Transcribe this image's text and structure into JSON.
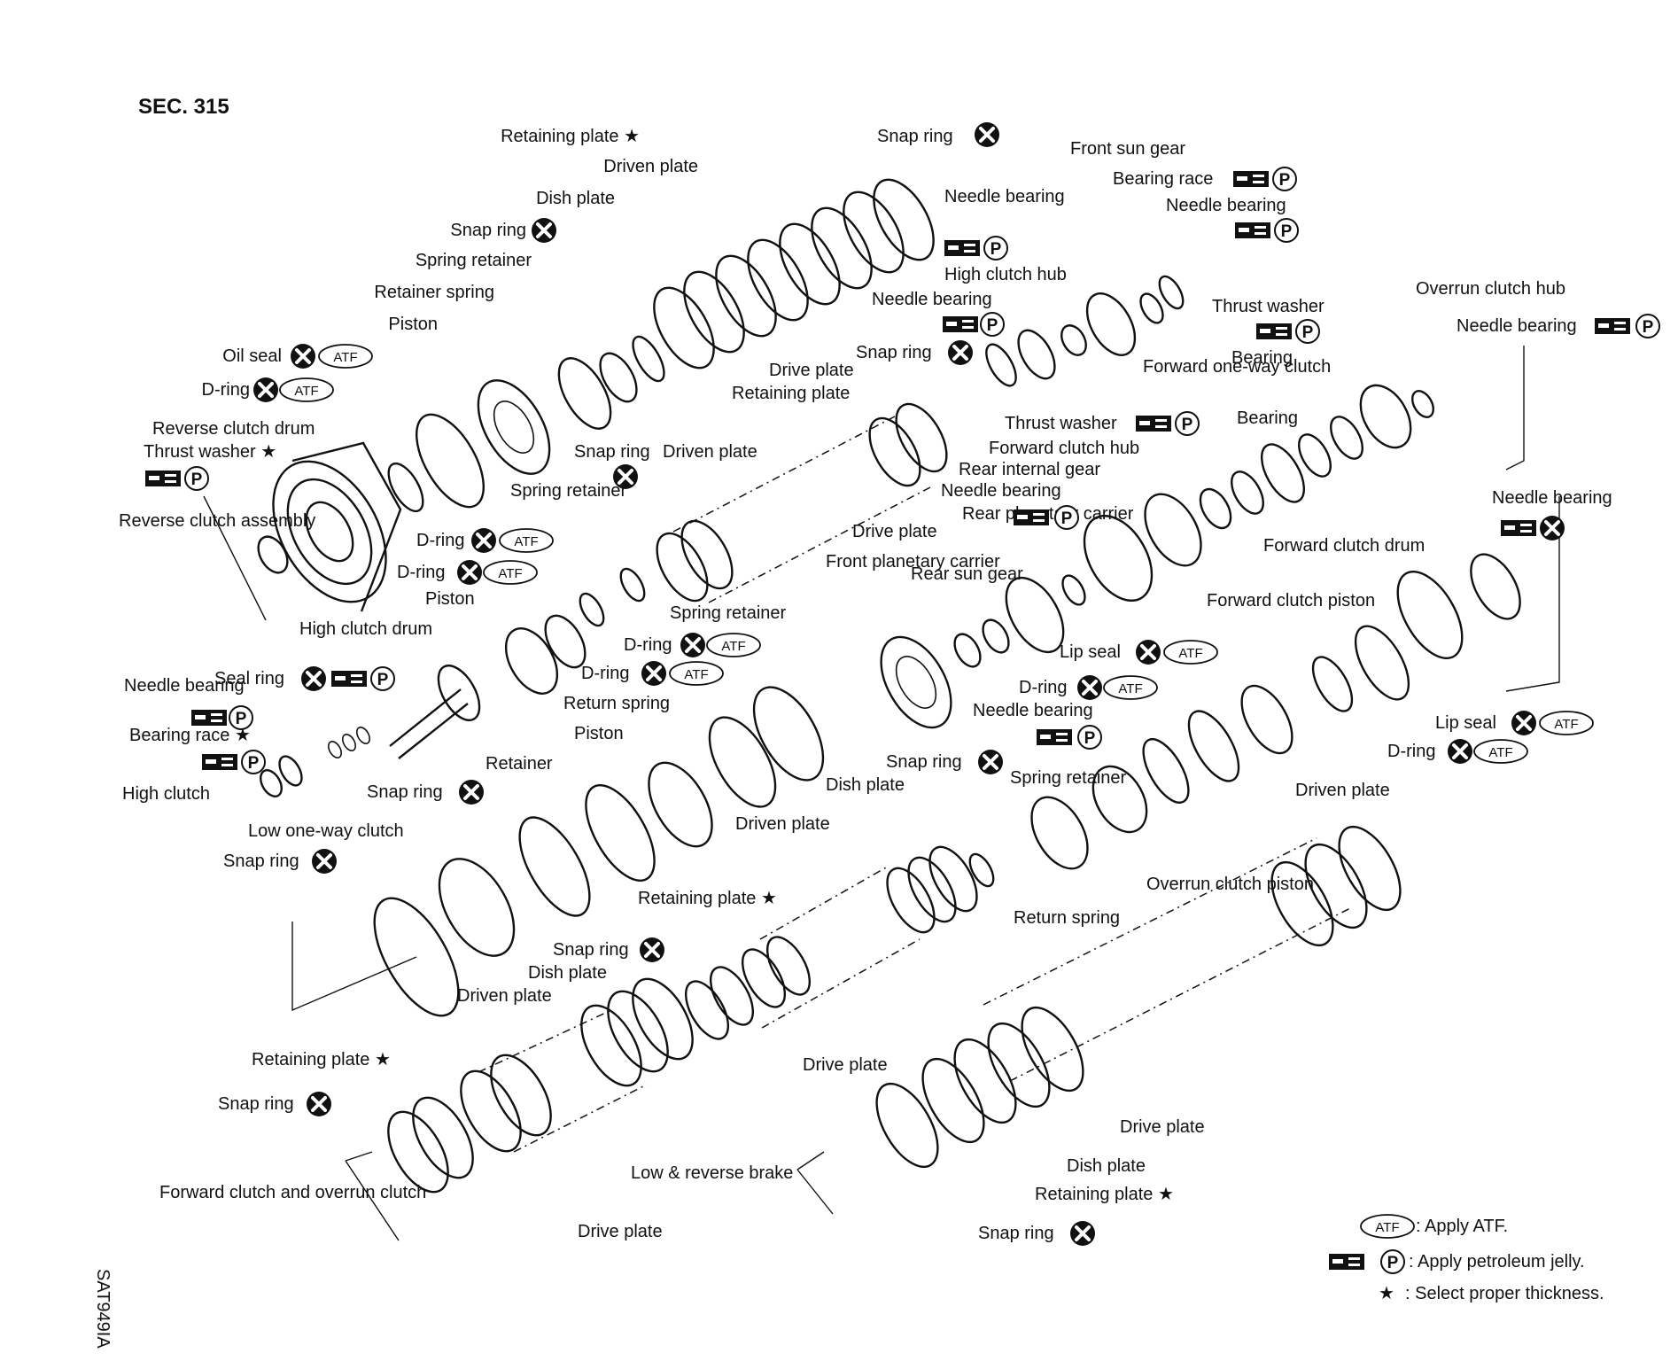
{
  "title": "SEC. 315",
  "figure_id": "SAT949IA",
  "labels": [
    "Retaining plate ★",
    "Snap ring",
    "Driven plate",
    "Dish plate",
    "Snap ring",
    "Spring retainer",
    "Retainer spring",
    "Piston",
    "Oil seal",
    "D-ring",
    "Reverse clutch drum",
    "Thrust washer ★",
    "Reverse clutch assembly",
    "Front sun gear",
    "Bearing race",
    "Needle bearing",
    "Needle bearing",
    "High clutch hub",
    "Needle bearing",
    "Snap ring",
    "Drive plate",
    "Retaining plate",
    "Overrun clutch hub",
    "Needle bearing",
    "Thrust washer",
    "Bearing",
    "Forward one-way clutch",
    "Thrust washer",
    "Bearing",
    "Forward clutch hub",
    "Rear internal gear",
    "Needle bearing",
    "Rear planetary carrier",
    "Snap ring",
    "Driven plate",
    "Spring retainer",
    "Drive plate",
    "D-ring",
    "D-ring",
    "Piston",
    "Front planetary carrier",
    "Rear sun gear",
    "Needle bearing",
    "Forward clutch drum",
    "Forward clutch piston",
    "High clutch drum",
    "Spring retainer",
    "D-ring",
    "D-ring",
    "Return spring",
    "Seal ring",
    "Needle bearing",
    "Bearing race ★",
    "Lip seal",
    "D-ring",
    "Needle bearing",
    "Lip seal",
    "D-ring",
    "Piston",
    "Retainer",
    "Snap ring",
    "Snap ring",
    "Dish plate",
    "Spring retainer",
    "High clutch",
    "Low one-way clutch",
    "Snap ring",
    "Driven plate",
    "Driven plate",
    "Retaining plate ★",
    "Snap ring",
    "Dish plate",
    "Driven plate",
    "Return spring",
    "Overrun clutch piston",
    "Retaining plate ★",
    "Snap ring",
    "Drive plate",
    "Drive plate",
    "Forward clutch and overrun clutch",
    "Low & reverse brake",
    "Drive plate",
    "Dish plate",
    "Retaining plate ★",
    "Snap ring"
  ],
  "legend": [
    {
      "symbol": "ATF",
      "text": ": Apply ATF."
    },
    {
      "symbol": "P",
      "text": ": Apply petroleum jelly."
    },
    {
      "symbol": "★",
      "text": ": Select proper thickness."
    }
  ],
  "colors": {
    "ink": "#111111",
    "paper": "#ffffff"
  },
  "icons": {
    "replace": "x-circle-icon",
    "atf": "atf-oval-icon",
    "jelly": "jelly-tube-icon",
    "petroleum": "p-circle-icon"
  }
}
